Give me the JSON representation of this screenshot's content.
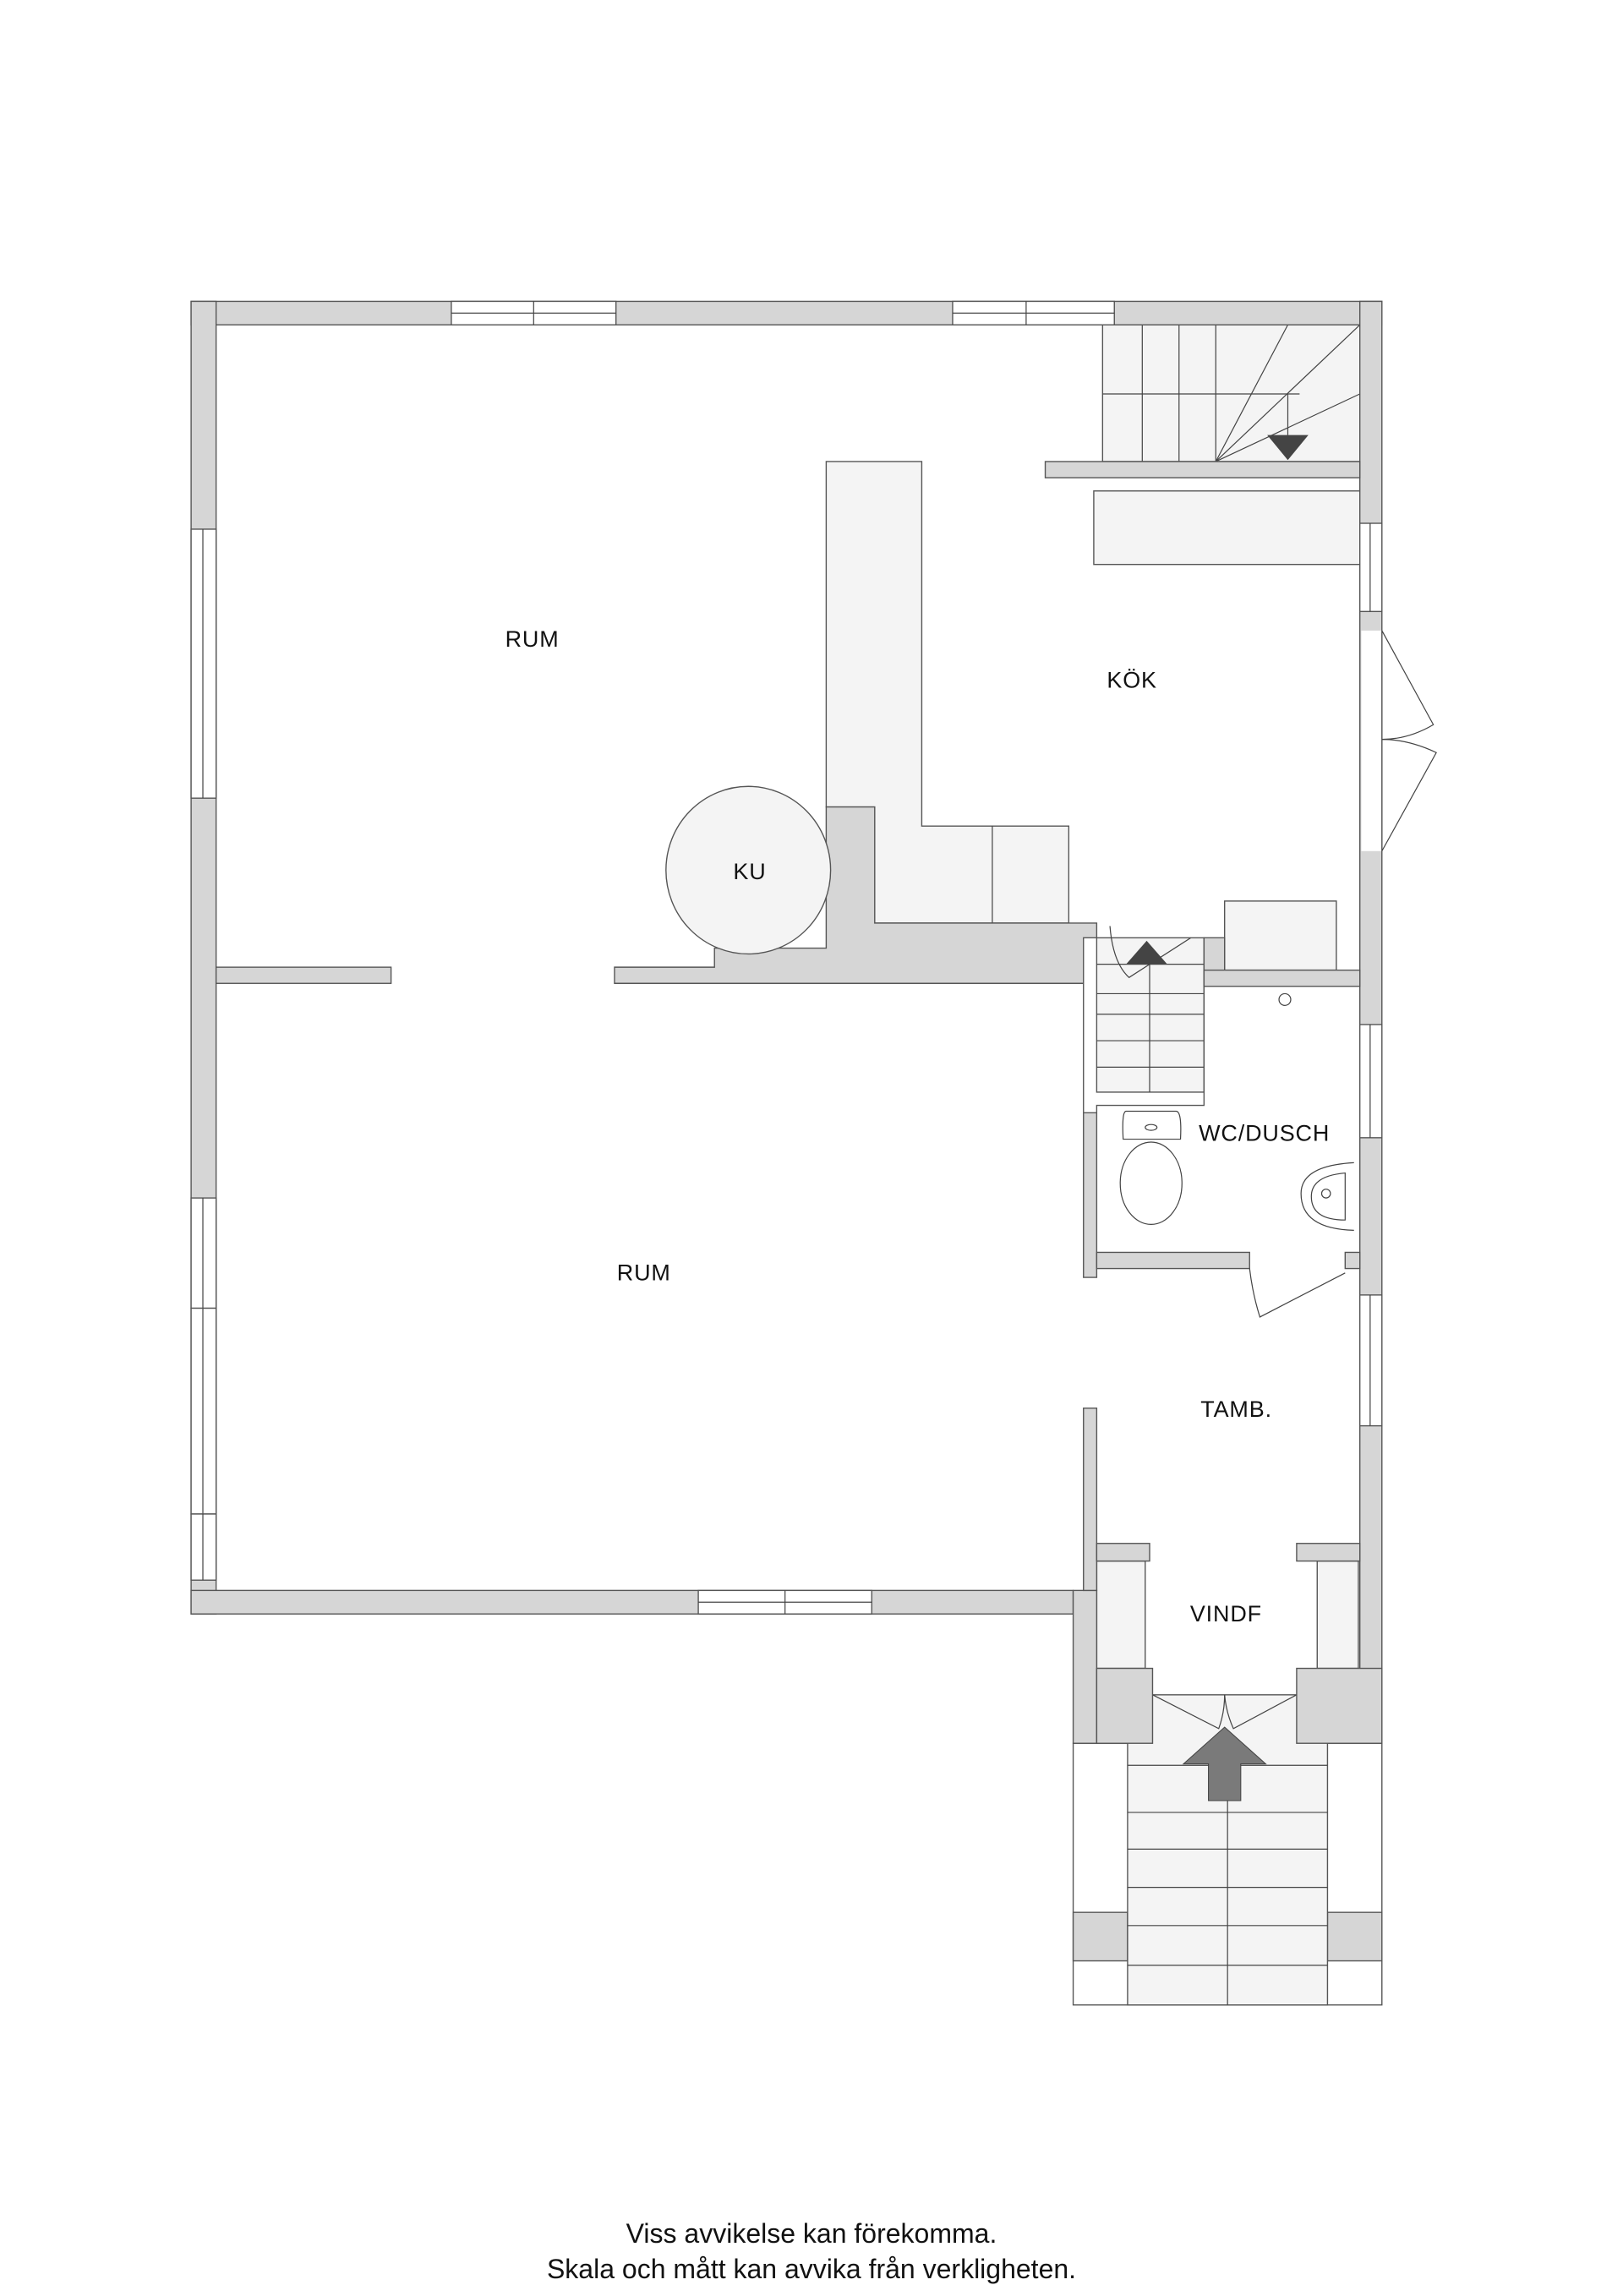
{
  "floorplan": {
    "rooms": [
      {
        "id": "rum-upper",
        "label": "RUM"
      },
      {
        "id": "kok",
        "label": "KÖK"
      },
      {
        "id": "ku",
        "label": "KU"
      },
      {
        "id": "rum-lower",
        "label": "RUM"
      },
      {
        "id": "wc-dusch",
        "label": "WC/DUSCH"
      },
      {
        "id": "tamb",
        "label": "TAMB."
      },
      {
        "id": "vindf",
        "label": "VINDF"
      }
    ],
    "colors": {
      "wall": "#d6d6d6",
      "fixture": "#f4f4f4",
      "arrow_dark": "#444444",
      "entrance_arrow": "#7a7a7a"
    }
  },
  "disclaimer": {
    "line1": "Viss avvikelse kan förekomma.",
    "line2": "Skala och mått kan avvika från verkligheten."
  }
}
